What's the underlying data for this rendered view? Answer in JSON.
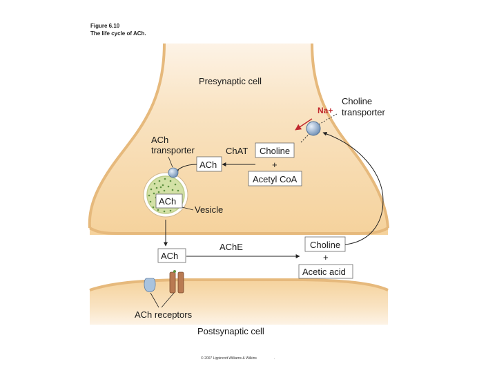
{
  "figure": {
    "number": "Figure 6.10",
    "caption": "The life cycle of ACh."
  },
  "labels": {
    "presynaptic_cell": "Presynaptic cell",
    "postsynaptic_cell": "Postsynaptic cell",
    "choline_transporter": [
      "Choline",
      "transporter"
    ],
    "na_ion": "Na+",
    "ach_transporter": [
      "ACh",
      "transporter"
    ],
    "chat": "ChAT",
    "ache": "AChE",
    "vesicle": "Vesicle",
    "ach_receptors": "ACh receptors",
    "plus_top": "+",
    "plus_bottom": "+"
  },
  "boxes": {
    "choline_top": "Choline",
    "ach_top": "ACh",
    "acetyl_coa": "Acetyl CoA",
    "ach_in_vesicle": "ACh",
    "ach_cleft": "ACh",
    "choline_bottom": "Choline",
    "acetic_acid": "Acetic acid"
  },
  "credit": "© 2007 Lippincott Williams & Wilkins",
  "credit_dot": ".",
  "colors": {
    "cell_fill": "#f6d8a8",
    "cell_fill_light": "#fbeedd",
    "membrane": "#d9a96a",
    "vesicle_fill": "#cfe0a4",
    "vesicle_dots": "#5f9140",
    "transporter": "#9db8d6",
    "na_text": "#c0282e",
    "receptor_brown": "#a86a45"
  }
}
